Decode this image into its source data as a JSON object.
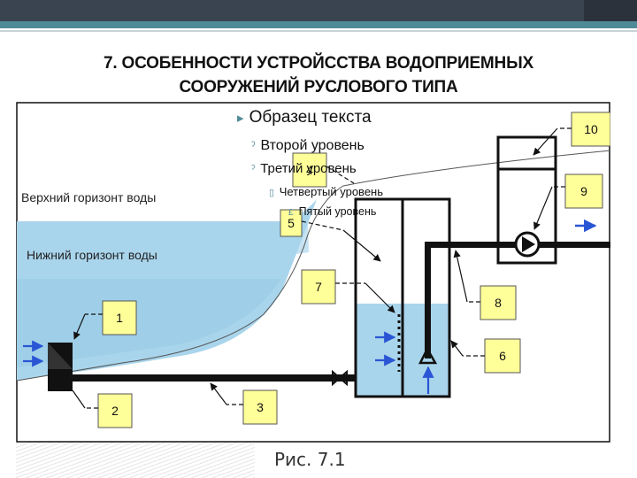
{
  "slide": {
    "title_line1": "7. ОСОБЕННОСТИ УСТРОЙССТВА ВОДОПРИЕМНЫХ",
    "title_line2": "СООРУЖЕНИЙ РУСЛОВОГО ТИПА",
    "caption": "Рис. 7.1"
  },
  "placeholder_bullets": {
    "level1": "Образец текста",
    "level2": "Второй уровень",
    "level3": "Третий уровень",
    "level4": "Четвертый уровень",
    "level5": "Пятый уровень",
    "markers": [
      "▸",
      "ˀ",
      "ˀ",
      "▯",
      "£"
    ]
  },
  "diagram": {
    "upper_water_label": "Верхний горизонт воды",
    "lower_water_label": "Нижний горизонт воды",
    "callouts": [
      "1",
      "2",
      "3",
      "4",
      "5",
      "6",
      "7",
      "8",
      "9",
      "10"
    ]
  },
  "colors": {
    "water": "#a9d5ec",
    "upper_water": "#c6e3f2",
    "callout_fill": "#ffff99",
    "arrow_blue": "#2a55d4",
    "frame": "#111111",
    "header_dark": "#3a4450",
    "header_accent": "#4f8a97"
  }
}
